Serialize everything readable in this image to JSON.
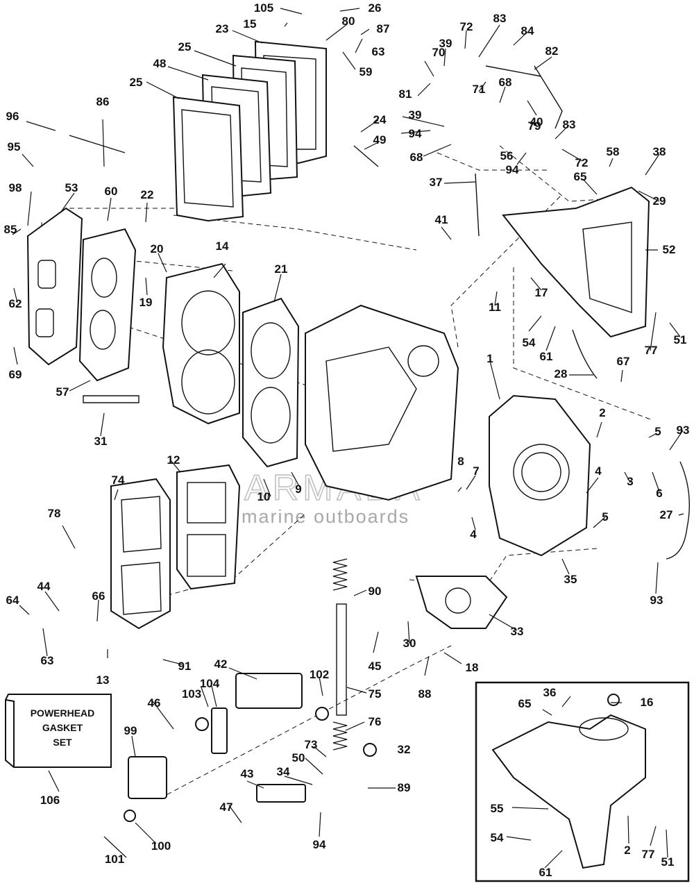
{
  "watermark": {
    "brand": "ARMADA",
    "tagline": "marine outboards",
    "logo_color": "#e8a0c8"
  },
  "gasket_set_box": {
    "line1": "POWERHEAD",
    "line2": "GASKET",
    "line3": "SET"
  },
  "callouts": [
    "105",
    "26",
    "15",
    "80",
    "87",
    "23",
    "63",
    "59",
    "25",
    "48",
    "25",
    "86",
    "96",
    "95",
    "98",
    "53",
    "60",
    "22",
    "85",
    "62",
    "69",
    "20",
    "19",
    "14",
    "21",
    "57",
    "31",
    "24",
    "49",
    "70",
    "39",
    "72",
    "83",
    "84",
    "82",
    "81",
    "71",
    "68",
    "40",
    "39",
    "94",
    "68",
    "56",
    "79",
    "83",
    "72",
    "94",
    "37",
    "58",
    "38",
    "65",
    "29",
    "41",
    "52",
    "17",
    "11",
    "54",
    "61",
    "77",
    "51",
    "28",
    "67",
    "1",
    "2",
    "5",
    "93",
    "4",
    "3",
    "6",
    "27",
    "5",
    "93",
    "35",
    "8",
    "7",
    "4",
    "12",
    "74",
    "10",
    "9",
    "78",
    "44",
    "64",
    "63",
    "66",
    "13",
    "91",
    "90",
    "45",
    "30",
    "33",
    "88",
    "18",
    "42",
    "102",
    "75",
    "76",
    "73",
    "32",
    "103",
    "104",
    "46",
    "99",
    "106",
    "50",
    "43",
    "34",
    "89",
    "47",
    "94",
    "100",
    "101",
    "36",
    "16",
    "65",
    "55",
    "54",
    "2",
    "77",
    "51",
    "61"
  ]
}
